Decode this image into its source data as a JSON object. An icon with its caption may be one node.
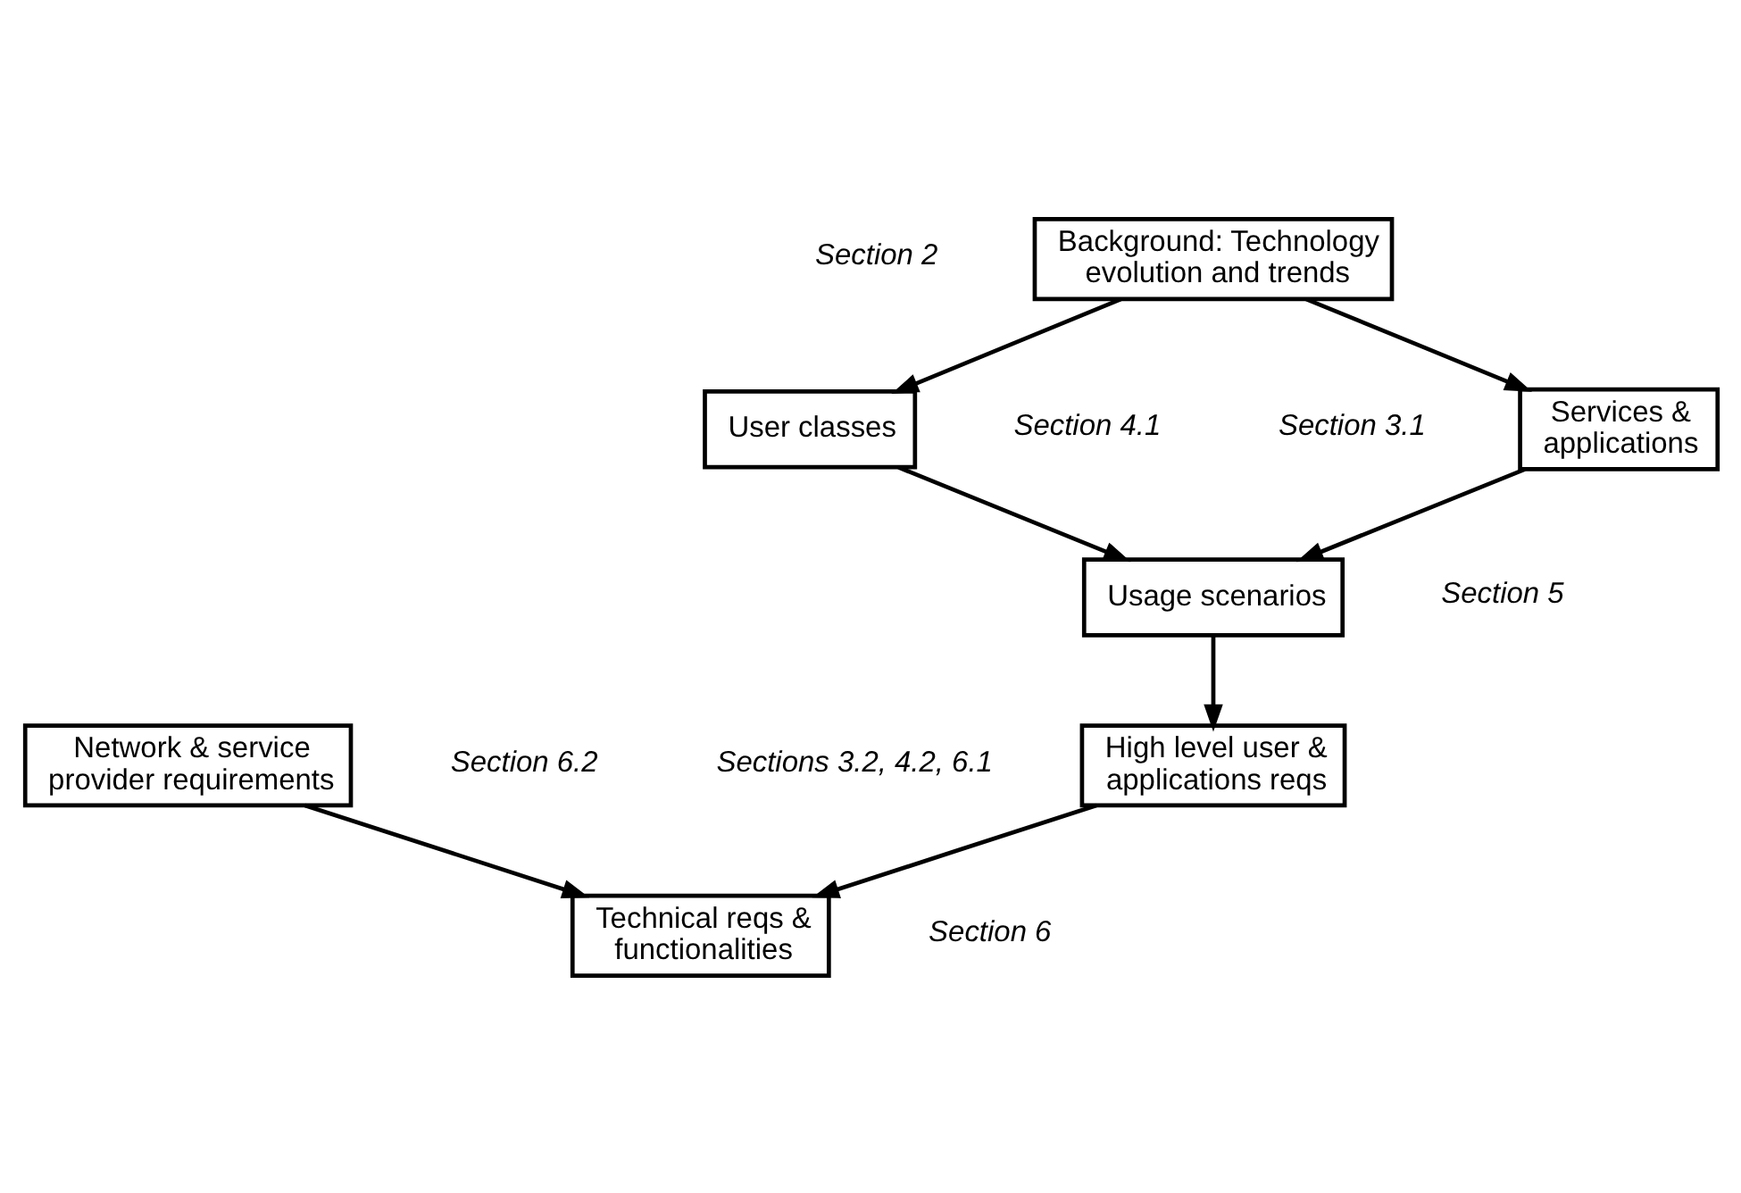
{
  "diagram": {
    "nodes": [
      {
        "text": [
          "Background: Technology evolution and trends"
        ],
        "beside": [
          "Section 2"
        ]
      },
      {
        "text": [
          "Services & applications"
        ],
        "beside": [
          "Section 3.1"
        ]
      },
      {
        "text": [
          "User classes"
        ],
        "beside": [
          "Section 4.1"
        ]
      },
      {
        "text": [
          "Usage scenarios"
        ],
        "beside": [
          "Section 5"
        ]
      },
      {
        "text": [
          "High level user & applications reqs"
        ],
        "beside": [
          "Sections 3.2, 4.2, 6.1"
        ]
      },
      {
        "text": [
          "Network & service provider requirements"
        ],
        "beside": [
          "Section 6.2"
        ]
      },
      {
        "text": [
          "Technical reqs & functionalities"
        ],
        "beside": [
          "Section 6"
        ]
      }
    ],
    "edges": [
      {
        "from": 0,
        "to": 1,
        "arrow": "to"
      },
      {
        "from": 0,
        "to": 2,
        "arrow": "to"
      },
      {
        "from": 1,
        "to": 3,
        "arrow": "to"
      },
      {
        "from": 2,
        "to": 3,
        "arrow": "to"
      },
      {
        "from": 3,
        "to": 4,
        "arrow": "to"
      },
      {
        "from": 4,
        "to": 6,
        "arrow": "to"
      },
      {
        "from": 5,
        "to": 6,
        "arrow": "to"
      }
    ]
  }
}
